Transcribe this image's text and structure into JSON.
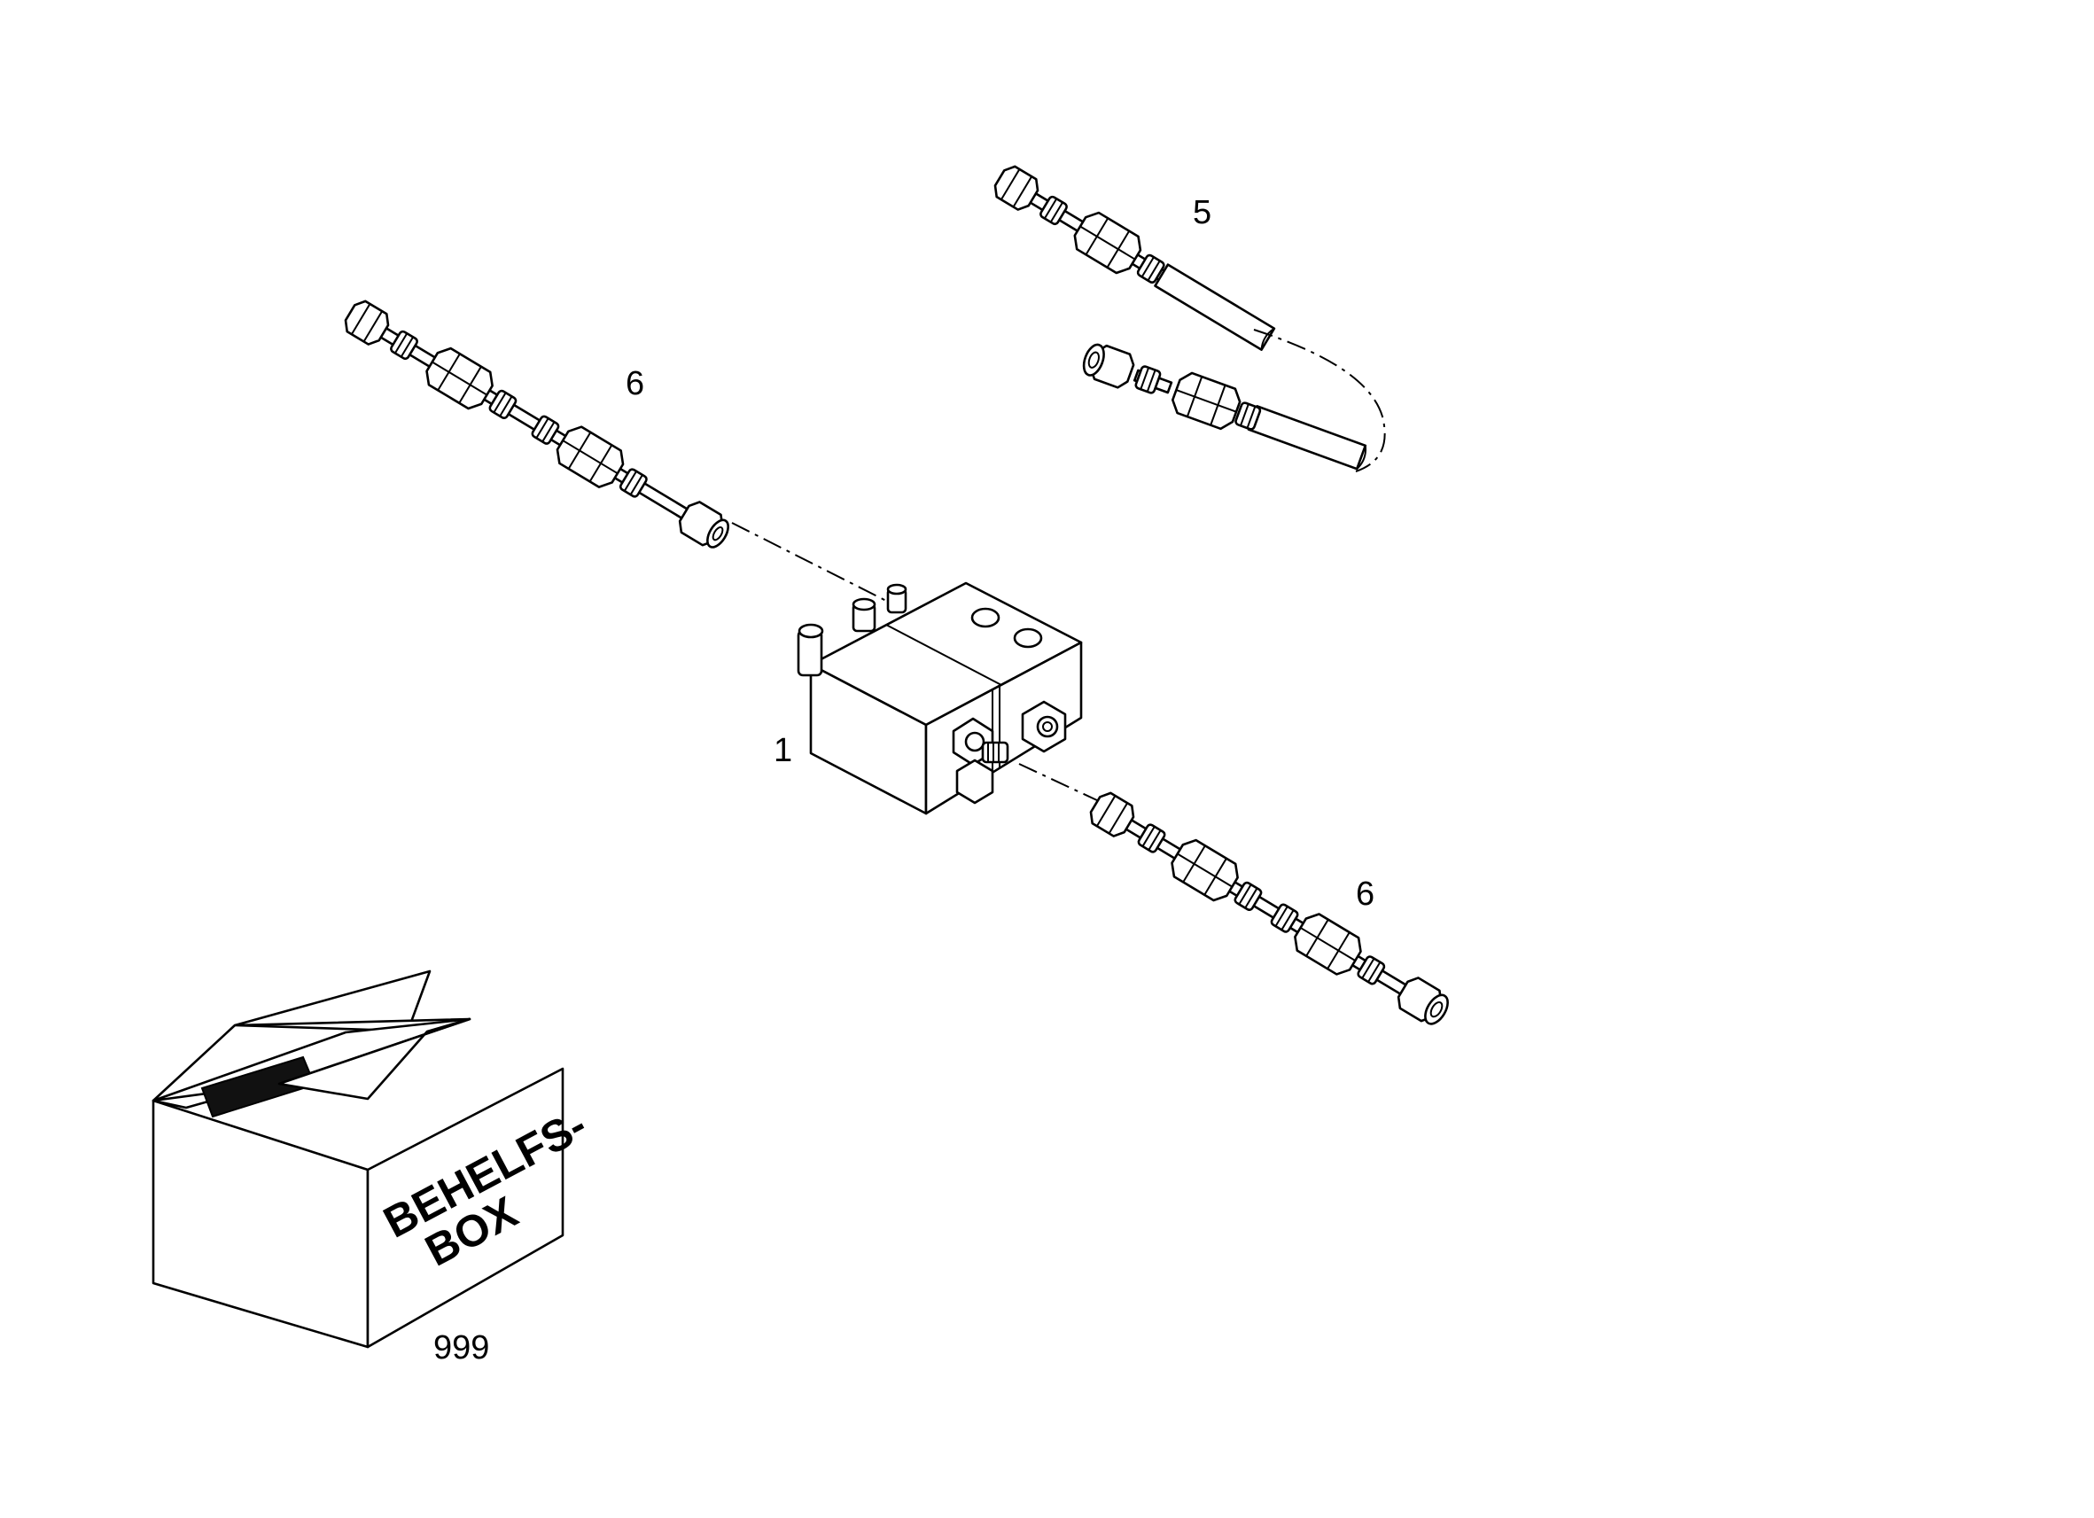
{
  "diagram": {
    "callouts": {
      "part_1": "1",
      "part_5": "5",
      "part_6_upper": "6",
      "part_6_lower": "6",
      "part_999": "999"
    },
    "box_label": {
      "line1": "BEHELFS-",
      "line2": "BOX"
    }
  }
}
